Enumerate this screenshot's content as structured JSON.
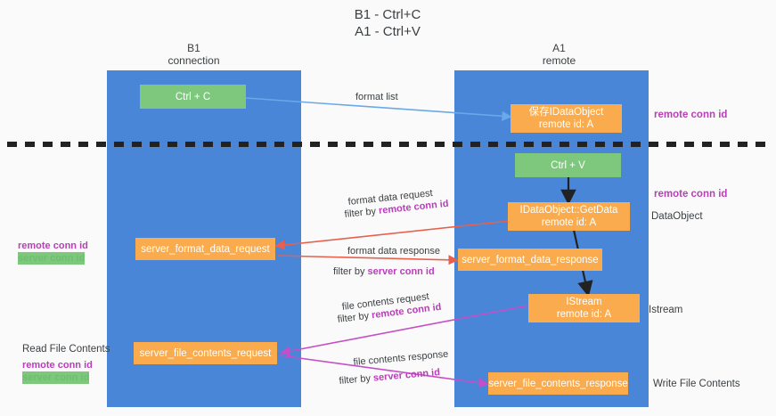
{
  "title": {
    "line1": "B1 - Ctrl+C",
    "line2": "A1 - Ctrl+V"
  },
  "lanes": [
    {
      "id": "b1",
      "name": "B1",
      "role": "connection"
    },
    {
      "id": "a1",
      "name": "A1",
      "role": "remote"
    }
  ],
  "boxes": {
    "ctrl_c": "Ctrl + C",
    "ctrl_v": "Ctrl + V",
    "idataobject": {
      "line1": "保存IDataObject",
      "line2": "remote id: A"
    },
    "getdata": {
      "line1": "IDataObject::GetData",
      "line2": "remote id: A"
    },
    "istream": {
      "line1": "IStream",
      "line2": "remote id: A"
    },
    "server_format_data_request": "server_format_data_request",
    "server_format_data_response": "server_format_data_response",
    "server_file_contents_request": "server_file_contents_request",
    "server_file_contents_response": "server_file_contents_response"
  },
  "edge_labels": {
    "format_list": "format list",
    "format_data_request": "format data request",
    "format_data_request_filter_prefix": "filter by ",
    "format_data_request_filter_key": "remote conn id",
    "format_data_response": "format data response",
    "format_data_response_filter_prefix": "filter by ",
    "format_data_response_filter_key": "server conn id",
    "file_contents_request": "file contents request",
    "file_contents_request_filter_prefix": "filter by ",
    "file_contents_request_filter_key": "remote conn id",
    "file_contents_response": "file contents response",
    "file_contents_response_filter_prefix": "filter by ",
    "file_contents_response_filter_key": "server conn id"
  },
  "annotations": {
    "right_remote_conn_id_top": "remote conn id",
    "right_remote_conn_id_mid": "remote conn id",
    "right_dataobject": "DataObject",
    "right_istream": "Istream",
    "right_write_file_contents": "Write File Contents",
    "left_remote_conn_id": "remote conn id",
    "left_server_conn_id": "server conn id",
    "left_read_file_contents": "Read File Contents",
    "left_bottom_remote_conn_id": "remote conn id",
    "left_bottom_server_conn_id": "server conn id"
  },
  "colors": {
    "lane": "#4a86d8",
    "orange": "#f9ab4e",
    "green": "#7ec87e",
    "pink": "#b83fb8",
    "green_text": "#6cbf6c",
    "blue_arrow": "#6aa8e8",
    "red_arrow": "#e8604c",
    "magenta_arrow": "#c64ec6",
    "dark": "#222222",
    "background": "#fafafa"
  }
}
